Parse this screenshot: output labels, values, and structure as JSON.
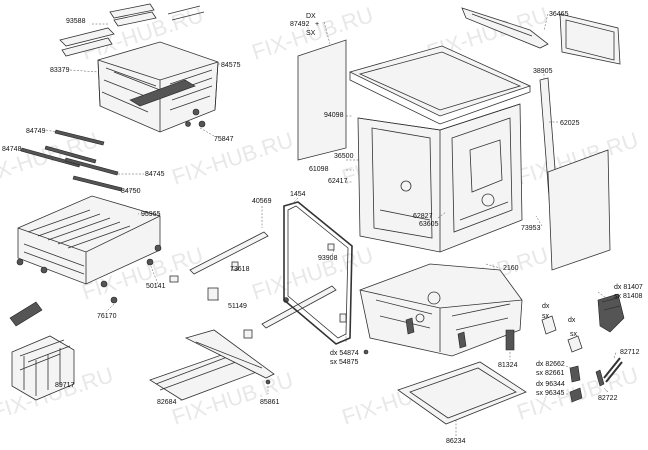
{
  "watermark": "FIX-HUB.RU",
  "labels": {
    "p93588": "93588",
    "p83379": "83379",
    "p84575": "84575",
    "p75847": "75847",
    "p84749": "84749",
    "p84748": "84748",
    "p84745": "84745",
    "p84750": "84750",
    "p95965": "95965",
    "p50141": "50141",
    "p76170": "76170",
    "p89717": "89717",
    "p82684": "82684",
    "p85861": "85861",
    "p40569": "40569",
    "p1454": "1454",
    "p73618": "73618",
    "p51149": "51149",
    "p93908": "93908",
    "p54874": "dx 54874",
    "p54875": "sx 54875",
    "dx_top": "DX",
    "p87492": "87492",
    "plus": "+",
    "sx_top": "SX",
    "p94098": "94098",
    "p36500": "36500",
    "p61098": "61098",
    "p62417": "62417",
    "p62827": "62827",
    "p63605": "63605",
    "p2160": "2160",
    "p36465": "36465",
    "p38905": "38905",
    "p62025": "62025",
    "p73953": "73953",
    "p81324": "81324",
    "p86234": "86234",
    "dx_mid": "dx",
    "sx_mid": "sx",
    "dx_mid2": "dx",
    "sx_mid2": "sx",
    "p81407": "dx 81407",
    "p81408": "sx 81408",
    "p82662": "dx 82662",
    "p82661": "sx 82661",
    "p96344": "dx 96344",
    "p96345": "sx 96345",
    "p82712": "82712",
    "p82722": "82722"
  }
}
